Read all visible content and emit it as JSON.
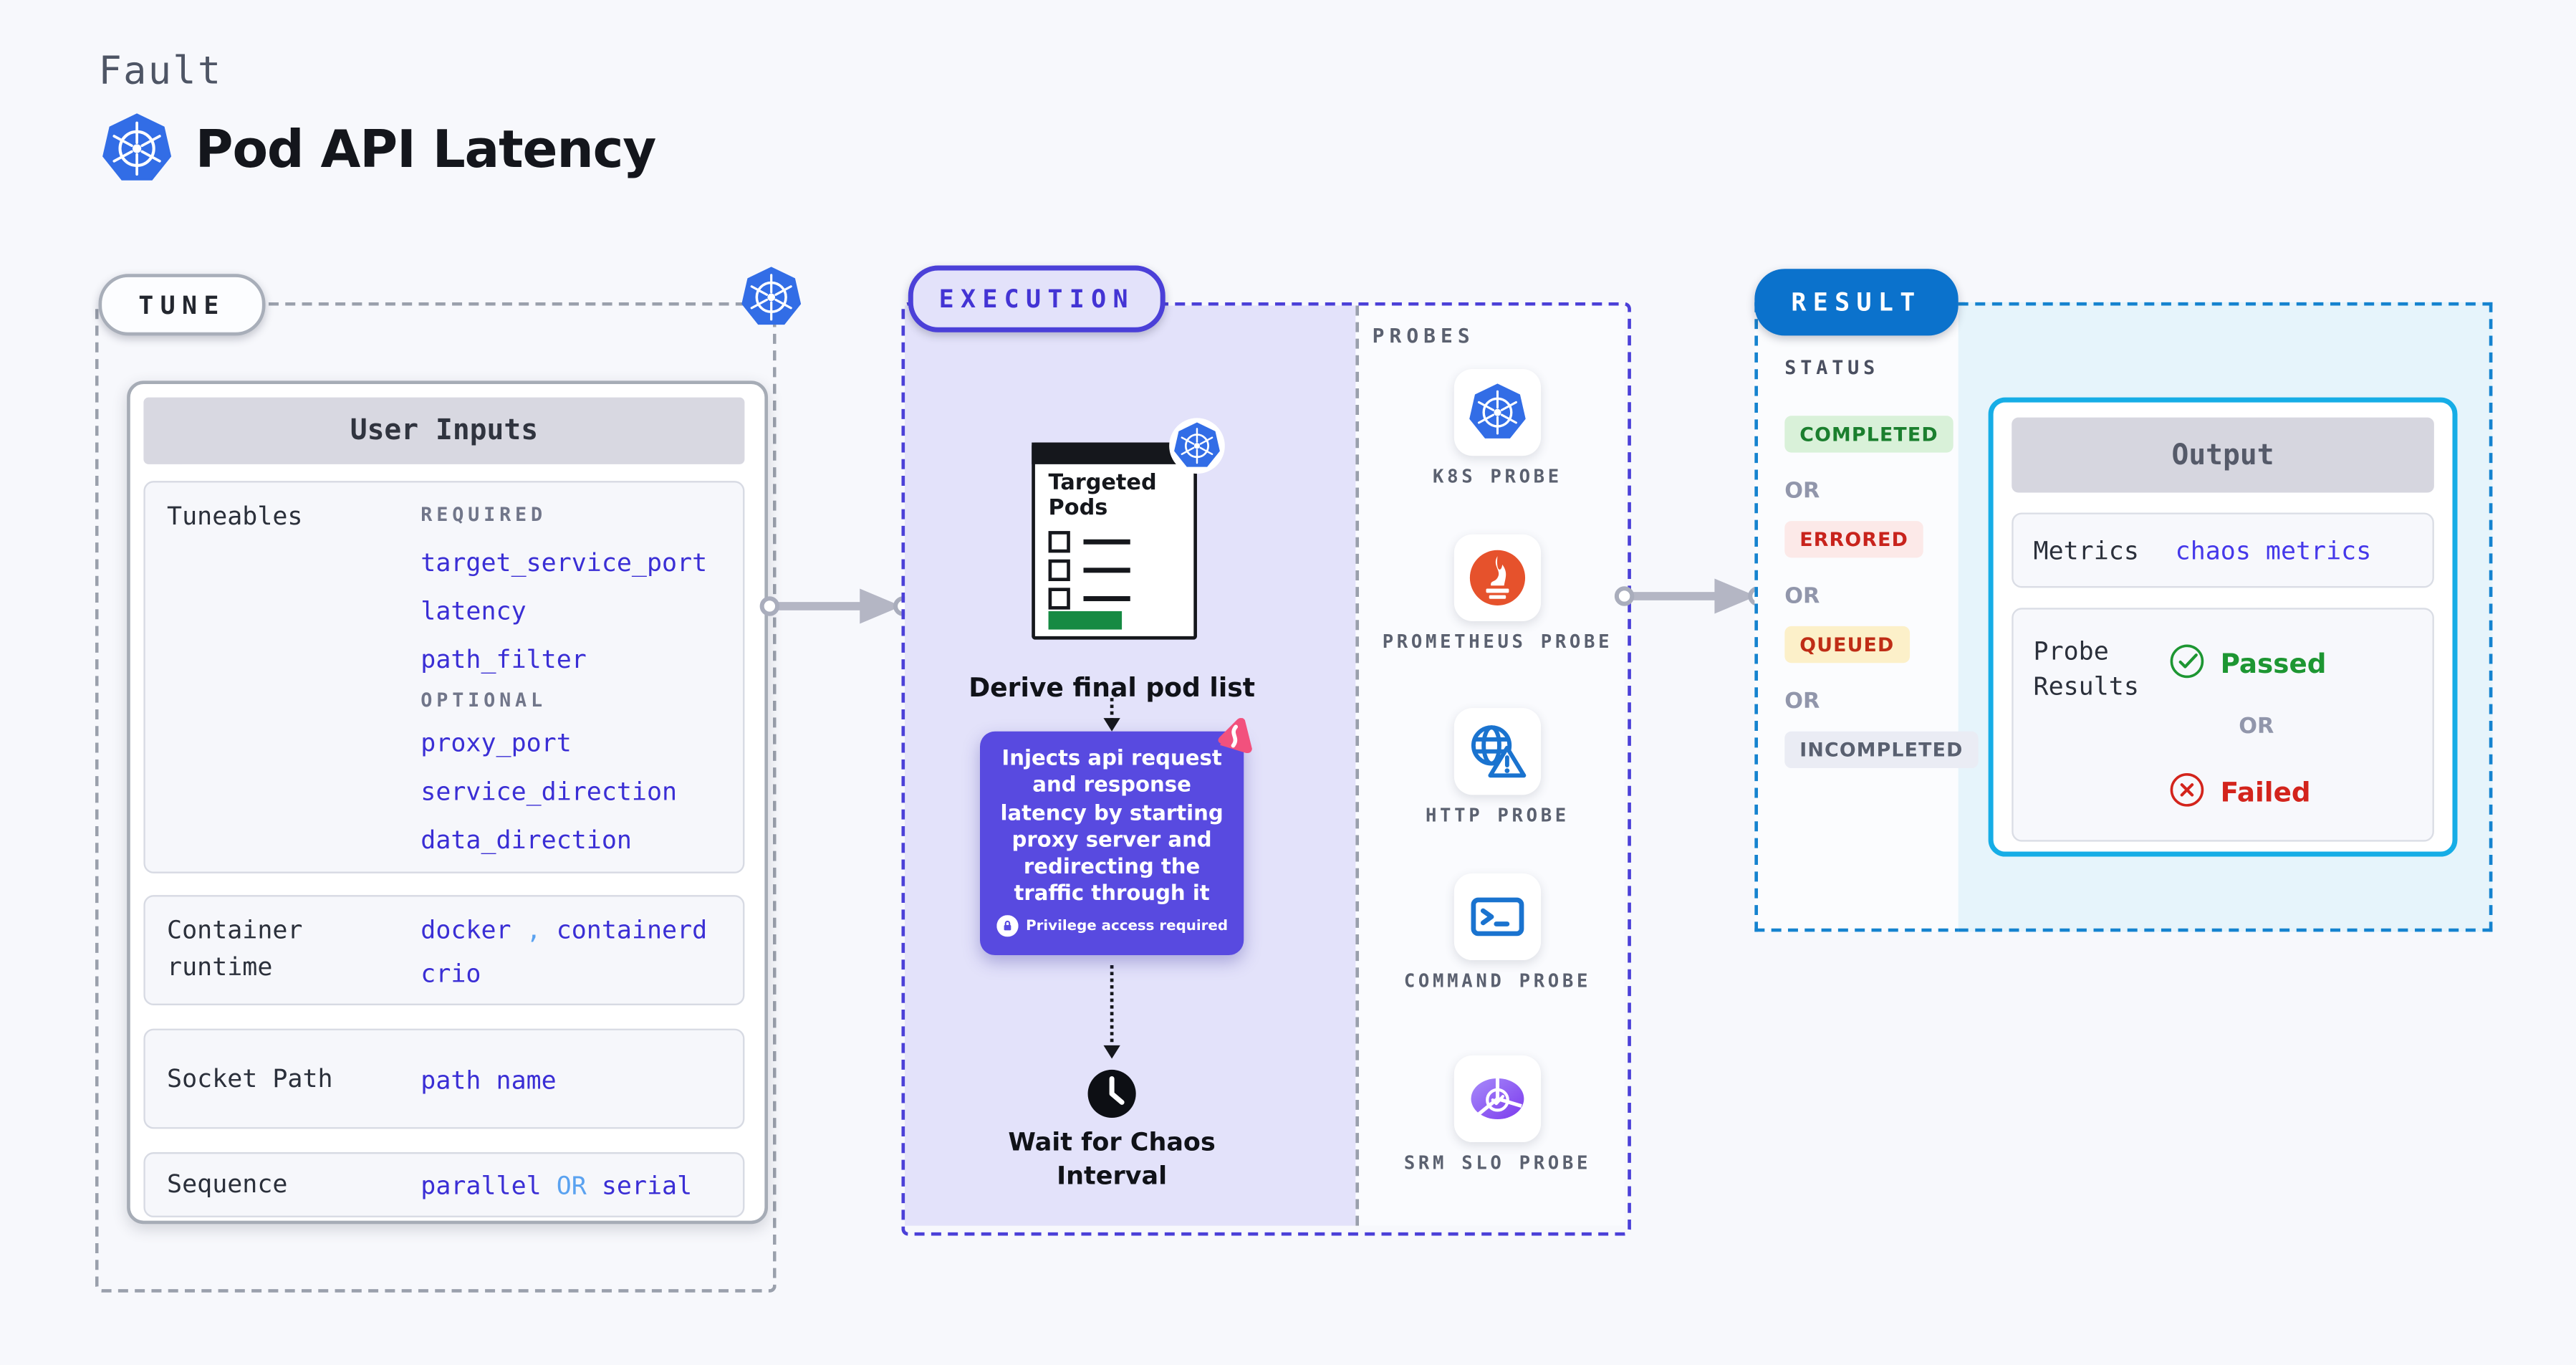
{
  "page": {
    "kicker": "Fault",
    "title": "Pod API Latency"
  },
  "colors": {
    "indigo_value": "#3a2ed5",
    "accent_light_blue": "#5aa2f0",
    "execution_purple": "#584ae0",
    "execution_border": "#4b40d8",
    "result_pill_blue": "#0b72cc",
    "result_dash_blue": "#1583cf",
    "output_border_cyan": "#16ade6",
    "k8s_blue": "#326de6",
    "prometheus_orange": "#e6522c",
    "success_green": "#1d9632",
    "error_red": "#d3241c",
    "litmus_pink": "#f2517d"
  },
  "tune": {
    "badge": "TUNE",
    "card_title": "User Inputs",
    "tuneables_label": "Tuneables",
    "required_label": "REQUIRED",
    "required_items": [
      "target_service_port",
      "latency",
      "path_filter"
    ],
    "optional_label": "OPTIONAL",
    "optional_items": [
      "proxy_port",
      "service_direction",
      "data_direction"
    ],
    "container_runtime_label": "Container runtime",
    "container_runtime_values": [
      "docker",
      "containerd",
      "crio"
    ],
    "container_runtime_separator": ",",
    "socket_path_label": "Socket Path",
    "socket_path_value": "path name",
    "sequence_label": "Sequence",
    "sequence_value_1": "parallel",
    "sequence_or": "OR",
    "sequence_value_2": "serial"
  },
  "execution": {
    "badge": "EXECUTION",
    "targeted_pods_title": "Targeted Pods",
    "derive_label": "Derive final pod list",
    "inject_text": "Injects api request and response latency by starting proxy server and redirecting the traffic through it",
    "privilege_note": "Privilege access required",
    "wait_label": "Wait for Chaos Interval"
  },
  "probes": {
    "header": "PROBES",
    "items": [
      {
        "label": "K8S PROBE",
        "icon": "kubernetes-icon"
      },
      {
        "label": "PROMETHEUS PROBE",
        "icon": "prometheus-icon"
      },
      {
        "label": "HTTP PROBE",
        "icon": "http-globe-warning-icon"
      },
      {
        "label": "COMMAND PROBE",
        "icon": "terminal-icon"
      },
      {
        "label": "SRM SLO PROBE",
        "icon": "slo-pie-check-icon"
      }
    ]
  },
  "result": {
    "badge": "RESULT",
    "status_label": "STATUS",
    "or_label": "OR",
    "statuses": [
      {
        "label": "COMPLETED",
        "type": "success"
      },
      {
        "label": "ERRORED",
        "type": "error"
      },
      {
        "label": "QUEUED",
        "type": "warning"
      },
      {
        "label": "INCOMPLETED",
        "type": "neutral"
      }
    ],
    "output": {
      "title": "Output",
      "metrics_label": "Metrics",
      "metrics_value": "chaos metrics",
      "probe_results_label": "Probe Results",
      "passed_label": "Passed",
      "failed_label": "Failed"
    }
  }
}
